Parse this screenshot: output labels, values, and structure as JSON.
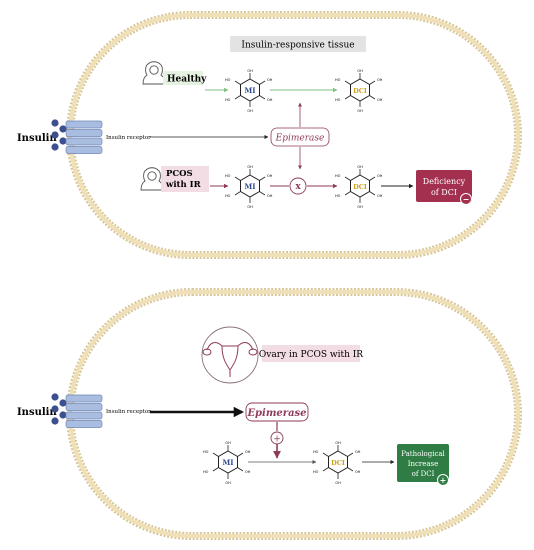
{
  "colors": {
    "membrane": "#efe0b8",
    "membrane_dark": "#d9c79a",
    "receptor": "#a9bde0",
    "receptor_stroke": "#6d86b8",
    "ball": "#3d4f8f",
    "green": "#7fbf7f",
    "pink": "#8e3a5a",
    "pink_light": "#f3dde4",
    "green_light": "#e5f2e1",
    "deficiency_fill": "#a3304e",
    "increase_fill": "#2f7d45",
    "gray_label": "#e3e3e3",
    "m1_text": "#2f4a8f",
    "dci_text": "#c9a21a"
  },
  "top_panel": {
    "title": "Insulin-responsive tissue",
    "insulin_label": "Insulin",
    "receptor_label": "Insulin receptor",
    "healthy_label": "Healthy",
    "pcos_label_line1": "PCOS",
    "pcos_label_line2": "with IR",
    "enzyme_label": "Epimerase",
    "m1_label": "MI",
    "dci_label": "DCI",
    "blocked_symbol": "x",
    "result_line1": "Deficiency",
    "result_line2": "of DCI",
    "result_sign": "−",
    "person_icon_healthy": "female-person-icon",
    "person_icon_pcos": "female-person-icon"
  },
  "bottom_panel": {
    "title": "Ovary in PCOS with IR",
    "insulin_label": "Insulin",
    "receptor_label": "Insulin receptor",
    "enzyme_label": "Epimerase",
    "stimulate_symbol": "+",
    "m1_label": "MI",
    "dci_label": "DCI",
    "result_line1": "Pathological",
    "result_line2": "Increase",
    "result_line3": "of DCI",
    "result_sign": "+",
    "organ_icon": "uterus-ovary-icon"
  }
}
